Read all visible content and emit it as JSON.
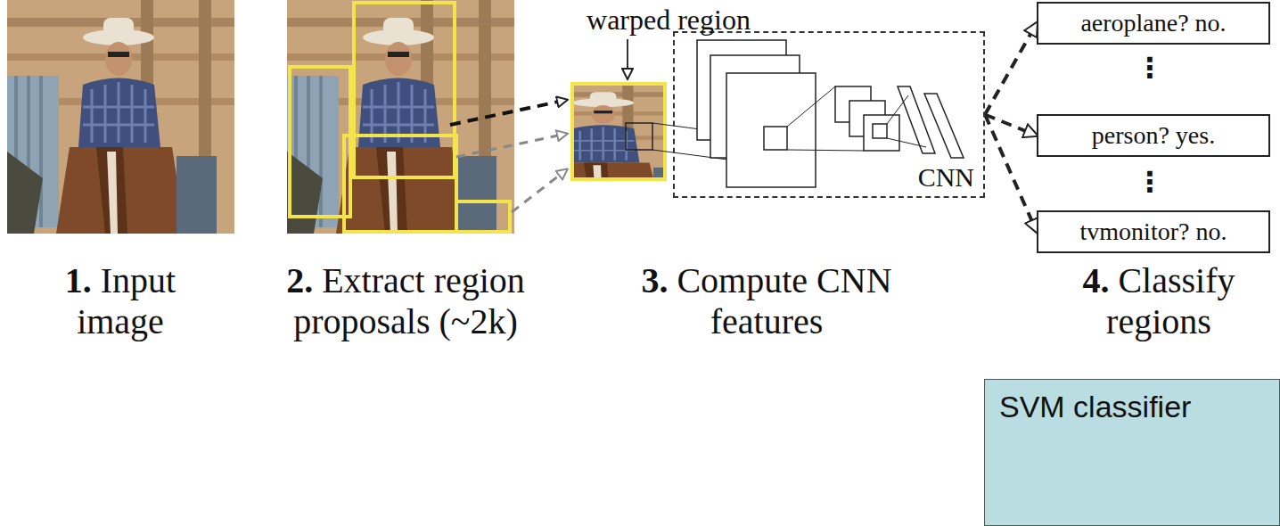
{
  "diagram": {
    "nodes": [
      {
        "text": [
          "CNN"
        ]
      },
      {
        "text": [
          "aeroplane? no."
        ]
      },
      {
        "text": [
          "person? yes."
        ]
      },
      {
        "text": [
          "tvmonitor? no."
        ]
      },
      {
        "text": [
          "SVM classifier"
        ]
      }
    ],
    "edges": [
      {
        "from": 0,
        "to": 1,
        "arrow": "to"
      },
      {
        "from": 0,
        "to": 2,
        "arrow": "to"
      },
      {
        "from": 0,
        "to": 3,
        "arrow": "to"
      }
    ],
    "labels": [
      "warped region",
      "⋮",
      "⋮",
      "1. Input image",
      "2. Extract region proposals (~2k)",
      "3. Compute CNN features",
      "4. Classify regions"
    ]
  }
}
